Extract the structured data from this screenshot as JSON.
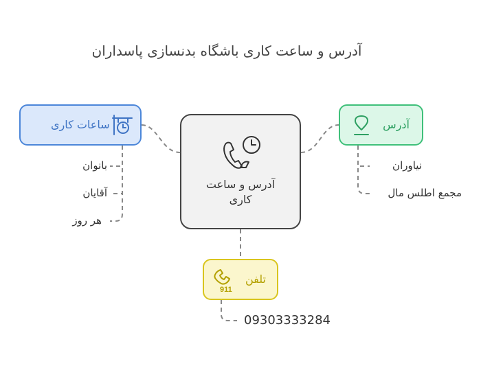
{
  "title": "آدرس و ساعت کاری باشگاه بدنسازی پاسداران",
  "center": {
    "label_line1": "آدرس و ساعت",
    "label_line2": "کاری"
  },
  "hours": {
    "label": "ساعات کاری",
    "items": [
      "بانوان",
      "آقایان",
      "هر روز"
    ]
  },
  "address": {
    "label": "آدرس",
    "items": [
      "نیاوران",
      "مجمع اطلس مال"
    ]
  },
  "phone": {
    "label": "تلفن",
    "icon_text": "911",
    "number": "09303333284"
  },
  "colors": {
    "hours": "#4b86d9",
    "address": "#3fc07a",
    "phone": "#d9c51d",
    "center": "#444444"
  }
}
